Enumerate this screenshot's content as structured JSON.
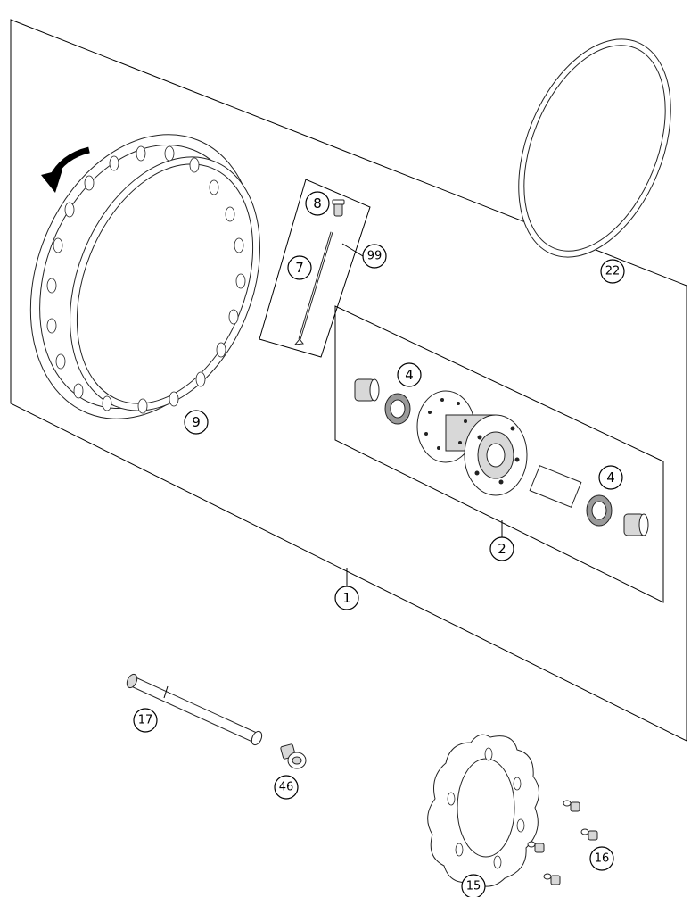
{
  "callouts": {
    "c1": "1",
    "c2": "2",
    "c4a": "4",
    "c4b": "4",
    "c7": "7",
    "c8": "8",
    "c9": "9",
    "c15": "15",
    "c16": "16",
    "c17": "17",
    "c22": "22",
    "c46": "46",
    "c99": "99"
  },
  "icons": {
    "rotation_arrow": "rotation-arrow-icon"
  }
}
